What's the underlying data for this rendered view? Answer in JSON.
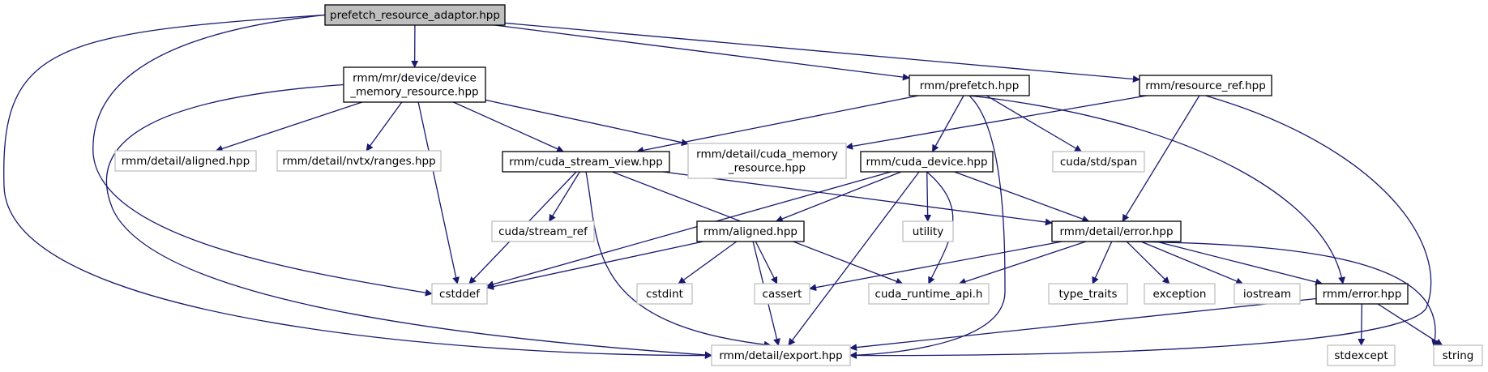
{
  "colors": {
    "root_fill": "#bfbfbf",
    "documented_stroke": "#000000",
    "external_stroke": "#bfbfbf",
    "external_text": "#3a3a3a",
    "edge": "#191970"
  },
  "nodes": [
    {
      "id": "root",
      "lines": [
        "prefetch_resource_adaptor.hpp"
      ],
      "kind": "root"
    },
    {
      "id": "dmr",
      "lines": [
        "rmm/mr/device/device",
        "_memory_resource.hpp"
      ],
      "kind": "documented"
    },
    {
      "id": "prefetch",
      "lines": [
        "rmm/prefetch.hpp"
      ],
      "kind": "documented"
    },
    {
      "id": "resref",
      "lines": [
        "rmm/resource_ref.hpp"
      ],
      "kind": "documented"
    },
    {
      "id": "detail_aligned",
      "lines": [
        "rmm/detail/aligned.hpp"
      ],
      "kind": "external"
    },
    {
      "id": "nvtx",
      "lines": [
        "rmm/detail/nvtx/ranges.hpp"
      ],
      "kind": "external"
    },
    {
      "id": "csv",
      "lines": [
        "rmm/cuda_stream_view.hpp"
      ],
      "kind": "documented"
    },
    {
      "id": "cudamem",
      "lines": [
        "rmm/detail/cuda_memory",
        "_resource.hpp"
      ],
      "kind": "external"
    },
    {
      "id": "cudadev",
      "lines": [
        "rmm/cuda_device.hpp"
      ],
      "kind": "documented"
    },
    {
      "id": "span",
      "lines": [
        "cuda/std/span"
      ],
      "kind": "external"
    },
    {
      "id": "streamref",
      "lines": [
        "cuda/stream_ref"
      ],
      "kind": "external"
    },
    {
      "id": "aligned",
      "lines": [
        "rmm/aligned.hpp"
      ],
      "kind": "documented"
    },
    {
      "id": "utility",
      "lines": [
        "utility"
      ],
      "kind": "external"
    },
    {
      "id": "deterr",
      "lines": [
        "rmm/detail/error.hpp"
      ],
      "kind": "documented"
    },
    {
      "id": "cstddef",
      "lines": [
        "cstddef"
      ],
      "kind": "external"
    },
    {
      "id": "cstdint",
      "lines": [
        "cstdint"
      ],
      "kind": "external"
    },
    {
      "id": "cassert",
      "lines": [
        "cassert"
      ],
      "kind": "external"
    },
    {
      "id": "cudart",
      "lines": [
        "cuda_runtime_api.h"
      ],
      "kind": "external"
    },
    {
      "id": "typetraits",
      "lines": [
        "type_traits"
      ],
      "kind": "external"
    },
    {
      "id": "exception",
      "lines": [
        "exception"
      ],
      "kind": "external"
    },
    {
      "id": "iostream",
      "lines": [
        "iostream"
      ],
      "kind": "external"
    },
    {
      "id": "rmmerr",
      "lines": [
        "rmm/error.hpp"
      ],
      "kind": "documented"
    },
    {
      "id": "export",
      "lines": [
        "rmm/detail/export.hpp"
      ],
      "kind": "external"
    },
    {
      "id": "stdexcept",
      "lines": [
        "stdexcept"
      ],
      "kind": "external"
    },
    {
      "id": "string",
      "lines": [
        "string"
      ],
      "kind": "external"
    }
  ],
  "edges": [
    {
      "from": "root",
      "to": "dmr"
    },
    {
      "from": "root",
      "to": "prefetch"
    },
    {
      "from": "root",
      "to": "resref"
    },
    {
      "from": "root",
      "to": "cstddef"
    },
    {
      "from": "root",
      "to": "export"
    },
    {
      "from": "dmr",
      "to": "detail_aligned"
    },
    {
      "from": "dmr",
      "to": "nvtx"
    },
    {
      "from": "dmr",
      "to": "csv"
    },
    {
      "from": "dmr",
      "to": "cudamem"
    },
    {
      "from": "dmr",
      "to": "cstddef"
    },
    {
      "from": "dmr",
      "to": "export"
    },
    {
      "from": "prefetch",
      "to": "csv"
    },
    {
      "from": "prefetch",
      "to": "cudadev"
    },
    {
      "from": "prefetch",
      "to": "span"
    },
    {
      "from": "prefetch",
      "to": "rmmerr"
    },
    {
      "from": "prefetch",
      "to": "export"
    },
    {
      "from": "resref",
      "to": "cudamem"
    },
    {
      "from": "resref",
      "to": "deterr"
    },
    {
      "from": "resref",
      "to": "export"
    },
    {
      "from": "csv",
      "to": "streamref"
    },
    {
      "from": "csv",
      "to": "cstddef"
    },
    {
      "from": "csv",
      "to": "cudart"
    },
    {
      "from": "csv",
      "to": "deterr"
    },
    {
      "from": "csv",
      "to": "export"
    },
    {
      "from": "cudadev",
      "to": "aligned"
    },
    {
      "from": "cudadev",
      "to": "utility"
    },
    {
      "from": "cudadev",
      "to": "deterr"
    },
    {
      "from": "cudadev",
      "to": "cudart"
    },
    {
      "from": "cudadev",
      "to": "cstddef"
    },
    {
      "from": "cudadev",
      "to": "export"
    },
    {
      "from": "aligned",
      "to": "cstddef"
    },
    {
      "from": "aligned",
      "to": "cstdint"
    },
    {
      "from": "aligned",
      "to": "cassert"
    },
    {
      "from": "aligned",
      "to": "export"
    },
    {
      "from": "deterr",
      "to": "cassert"
    },
    {
      "from": "deterr",
      "to": "cudart"
    },
    {
      "from": "deterr",
      "to": "typetraits"
    },
    {
      "from": "deterr",
      "to": "exception"
    },
    {
      "from": "deterr",
      "to": "iostream"
    },
    {
      "from": "deterr",
      "to": "rmmerr"
    },
    {
      "from": "deterr",
      "to": "string"
    },
    {
      "from": "rmmerr",
      "to": "export"
    },
    {
      "from": "rmmerr",
      "to": "stdexcept"
    },
    {
      "from": "rmmerr",
      "to": "string"
    }
  ]
}
